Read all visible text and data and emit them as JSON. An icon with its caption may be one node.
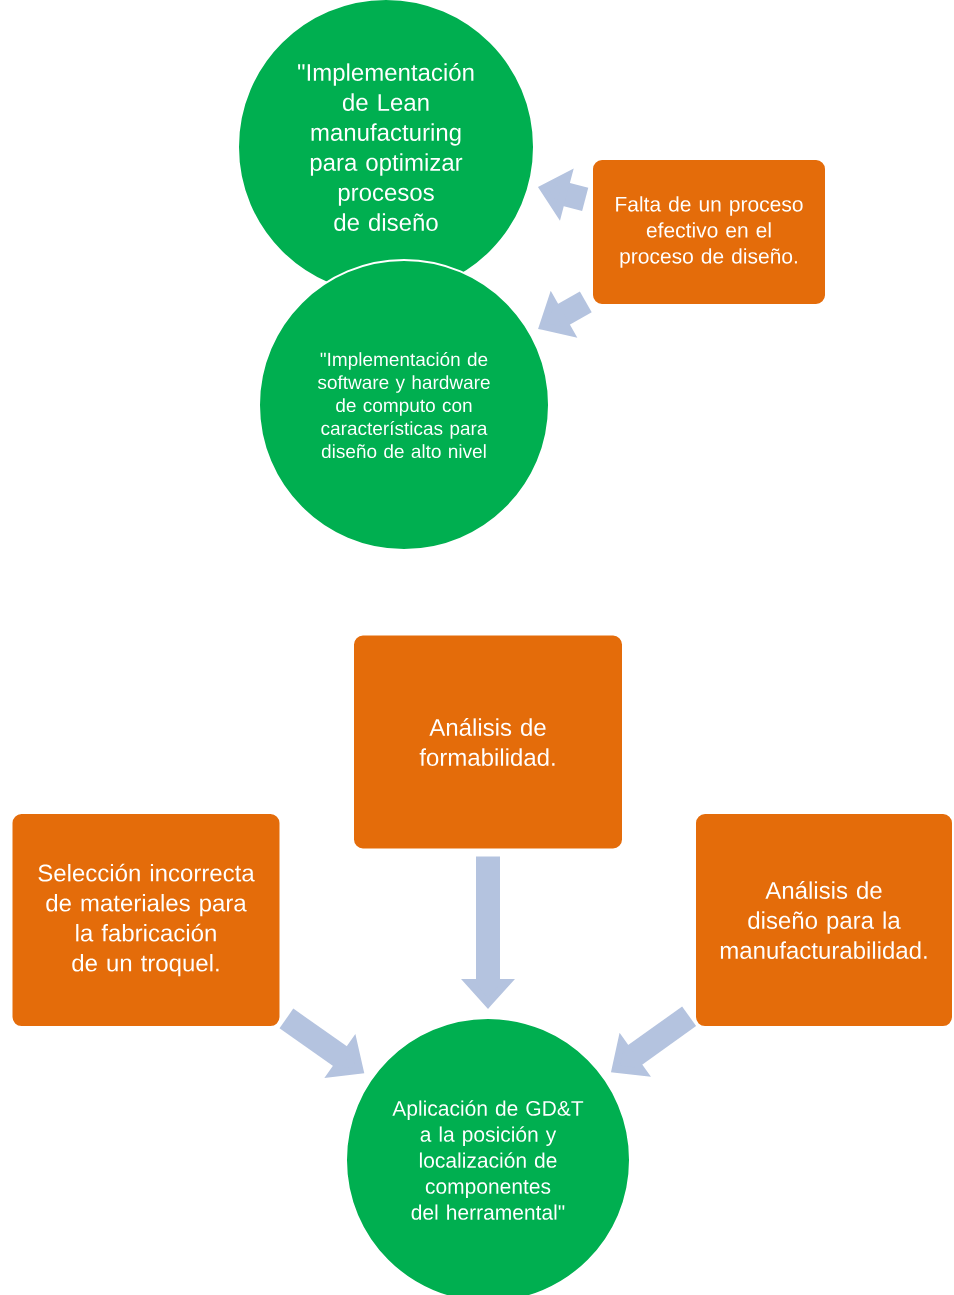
{
  "diagram": {
    "nodes": [
      {
        "text": [
          "\"Implementación de Lean manufacturing para optimizar procesos de diseño"
        ]
      },
      {
        "text": [
          "Falta de un proceso efectivo en el proceso de diseño."
        ]
      },
      {
        "text": [
          "\"Implementación de software y hardware de computo con características para diseño de alto nivel"
        ]
      },
      {
        "text": [
          "Análisis de formabilidad."
        ]
      },
      {
        "text": [
          "Selección incorrecta de materiales para la fabricación de un troquel."
        ]
      },
      {
        "text": [
          "Análisis de diseño para la manufacturabilidad."
        ]
      },
      {
        "text": [
          "Aplicación de GD&T a la posición y localización de componentes del herramental\""
        ]
      }
    ],
    "edges": [
      {
        "from": 1,
        "to": 0,
        "arrow": "to"
      },
      {
        "from": 1,
        "to": 2,
        "arrow": "to"
      },
      {
        "from": 3,
        "to": 6,
        "arrow": "to"
      },
      {
        "from": 4,
        "to": 6,
        "arrow": "to"
      },
      {
        "from": 5,
        "to": 6,
        "arrow": "to"
      }
    ]
  }
}
